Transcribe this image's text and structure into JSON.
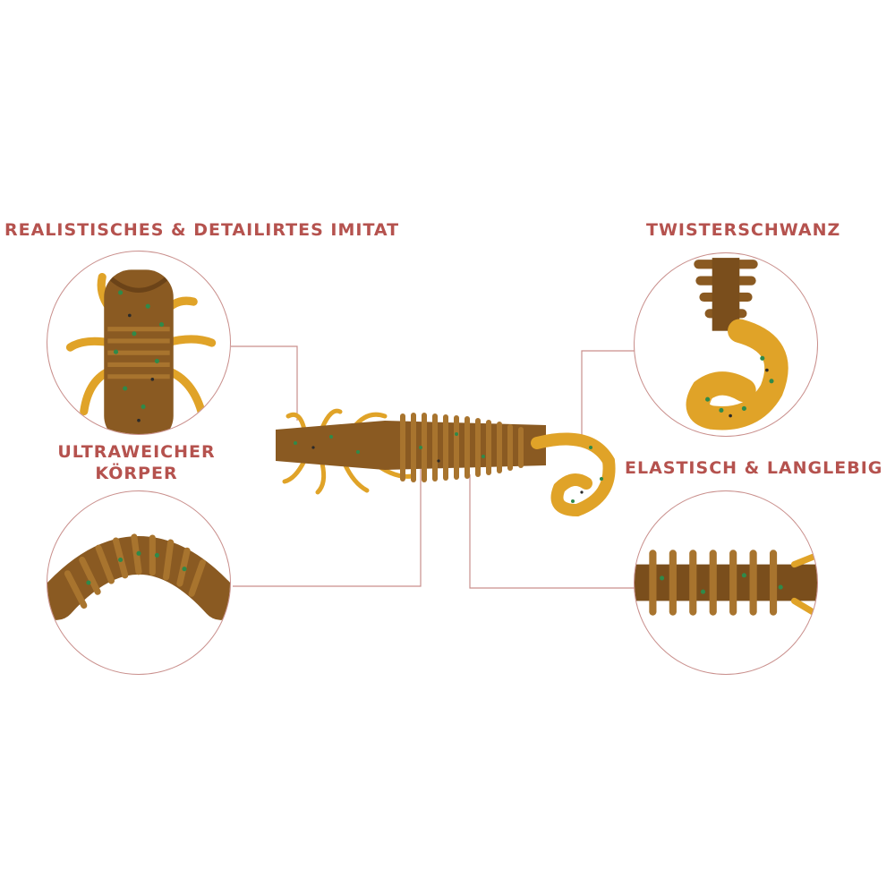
{
  "features": {
    "top_left": "REALISTISCHES & DETAILIRTES IMITAT",
    "top_right": "TWISTERSCHWANZ",
    "mid_left_line1": "ULTRAWEICHER",
    "mid_left_line2": "KÖRPER",
    "mid_right": "ELASTISCH & LANGLEBIG"
  },
  "colors": {
    "label": "#b5524e",
    "connector": "#c98f8c",
    "lure_body": "#8a5a22",
    "lure_rib": "#a8742e",
    "lure_tail": "#e0a328",
    "speckle_green": "#2f8a4a",
    "speckle_dark": "#2a2a2a"
  }
}
